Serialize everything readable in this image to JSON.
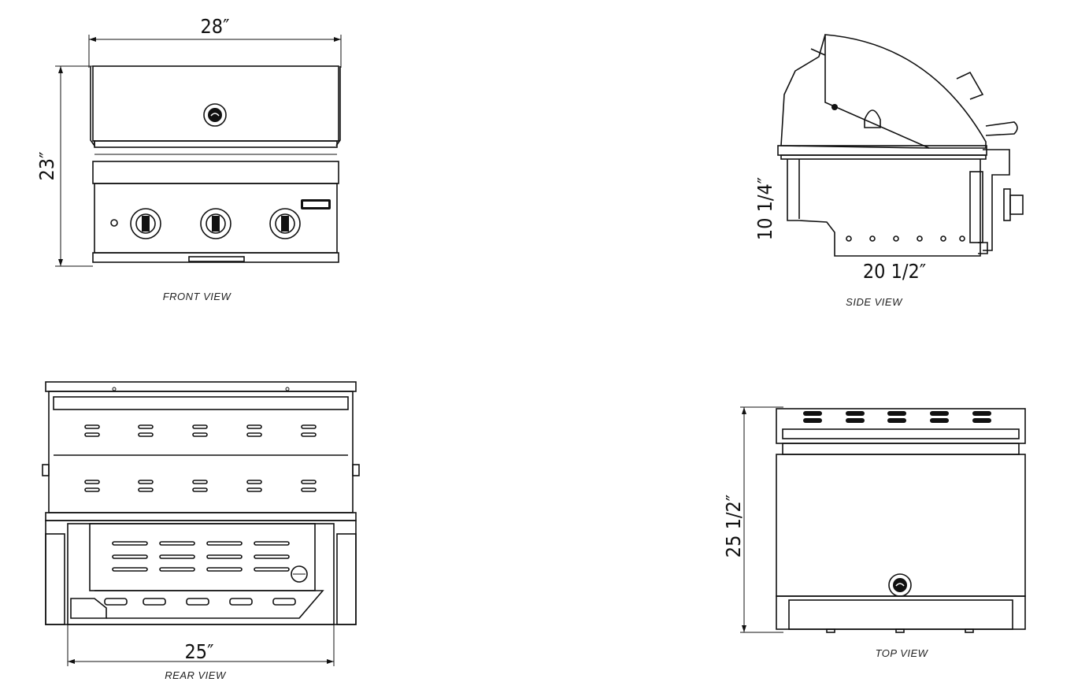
{
  "front": {
    "width_label": "28″",
    "height_label": "23″",
    "caption": "FRONT VIEW"
  },
  "side": {
    "height_label": "10 1/4″",
    "depth_label": "20 1/2″",
    "caption": "SIDE VIEW"
  },
  "rear": {
    "width_label": "25″",
    "caption": "REAR VIEW"
  },
  "top": {
    "depth_label": "25 1/2″",
    "caption": "TOP VIEW"
  },
  "colors": {
    "line": "#111111",
    "background": "#ffffff"
  }
}
